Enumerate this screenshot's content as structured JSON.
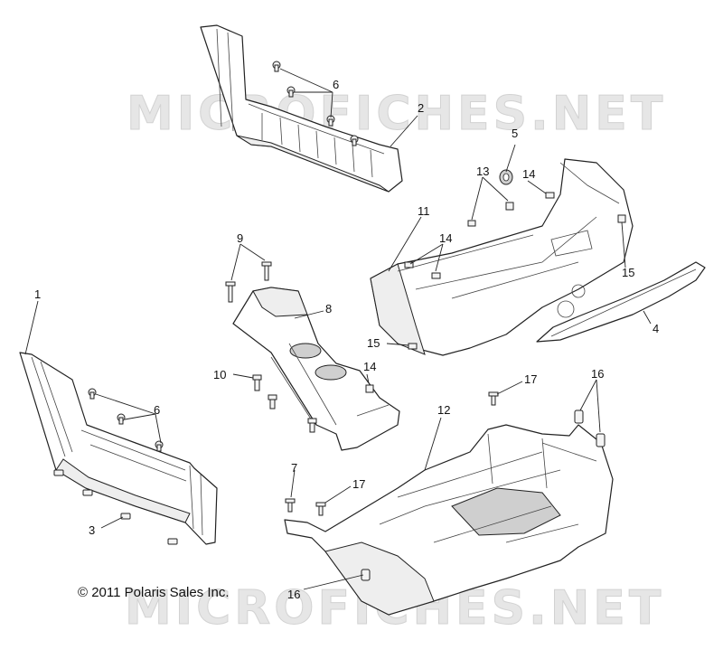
{
  "watermark": "MICROFICHES.NET",
  "copyright": "© 2011 Polaris Sales Inc.",
  "callouts": {
    "c1": "1",
    "c2": "2",
    "c3": "3",
    "c4": "4",
    "c5": "5",
    "c6a": "6",
    "c6b": "6",
    "c7": "7",
    "c8": "8",
    "c9": "9",
    "c10": "10",
    "c11": "11",
    "c12": "12",
    "c13": "13",
    "c14a": "14",
    "c14b": "14",
    "c14c": "14",
    "c15a": "15",
    "c15b": "15",
    "c16a": "16",
    "c16b": "16",
    "c17a": "17",
    "c17b": "17"
  }
}
